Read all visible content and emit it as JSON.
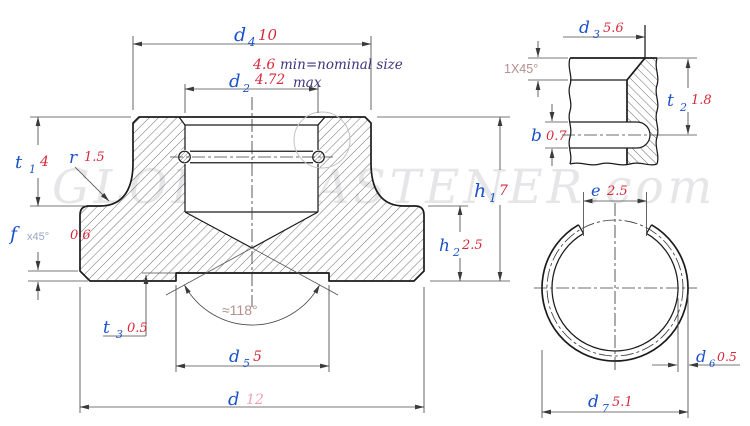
{
  "drawing": {
    "watermark": "GLOBALFASTENER.com",
    "views": [
      "front-section-view",
      "groove-detail-view",
      "retaining-ring-view"
    ]
  },
  "labels": {
    "d4": {
      "sym": "d",
      "sub": "4",
      "val": "10"
    },
    "d2": {
      "sym": "d",
      "sub": "2",
      "min_val": "4.6",
      "min_note": "min=nominal size",
      "max_val": "4.72",
      "max_note": "max"
    },
    "t1": {
      "sym": "t",
      "sub": "1",
      "val": "4"
    },
    "r": {
      "sym": "r",
      "val": "1.5"
    },
    "f": {
      "sym": "f",
      "angle": "x45°",
      "val": "0.6"
    },
    "t3": {
      "sym": "t",
      "sub": "3",
      "val": "0.5"
    },
    "d5": {
      "sym": "d",
      "sub": "5",
      "val": "5"
    },
    "d": {
      "sym": "d",
      "val": "12"
    },
    "h1": {
      "sym": "h",
      "sub": "1",
      "val": "7"
    },
    "h2": {
      "sym": "h",
      "sub": "2",
      "val": "2.5"
    },
    "cone_angle": "≈118°",
    "d3": {
      "sym": "d",
      "sub": "3",
      "val": "5.6"
    },
    "chamfer": "1X45°",
    "t2": {
      "sym": "t",
      "sub": "2",
      "val": "1.8"
    },
    "b": {
      "sym": "b",
      "val": "0.7"
    },
    "e": {
      "sym": "e",
      "val": "2.5"
    },
    "d6": {
      "sym": "d",
      "sub": "6",
      "val": "0.5"
    },
    "d7": {
      "sym": "d",
      "sub": "7",
      "val": "5.1"
    }
  },
  "colors": {
    "symbol_blue": "#1a52c8",
    "value_red": "#d6293a",
    "value_pink": "#f0a2ac",
    "note_purple": "#3f3480",
    "angle_rose": "#b58f8f",
    "chamfer_gray_blue": "#9aa6c2",
    "watermark_gray": "#e6e6e8"
  }
}
